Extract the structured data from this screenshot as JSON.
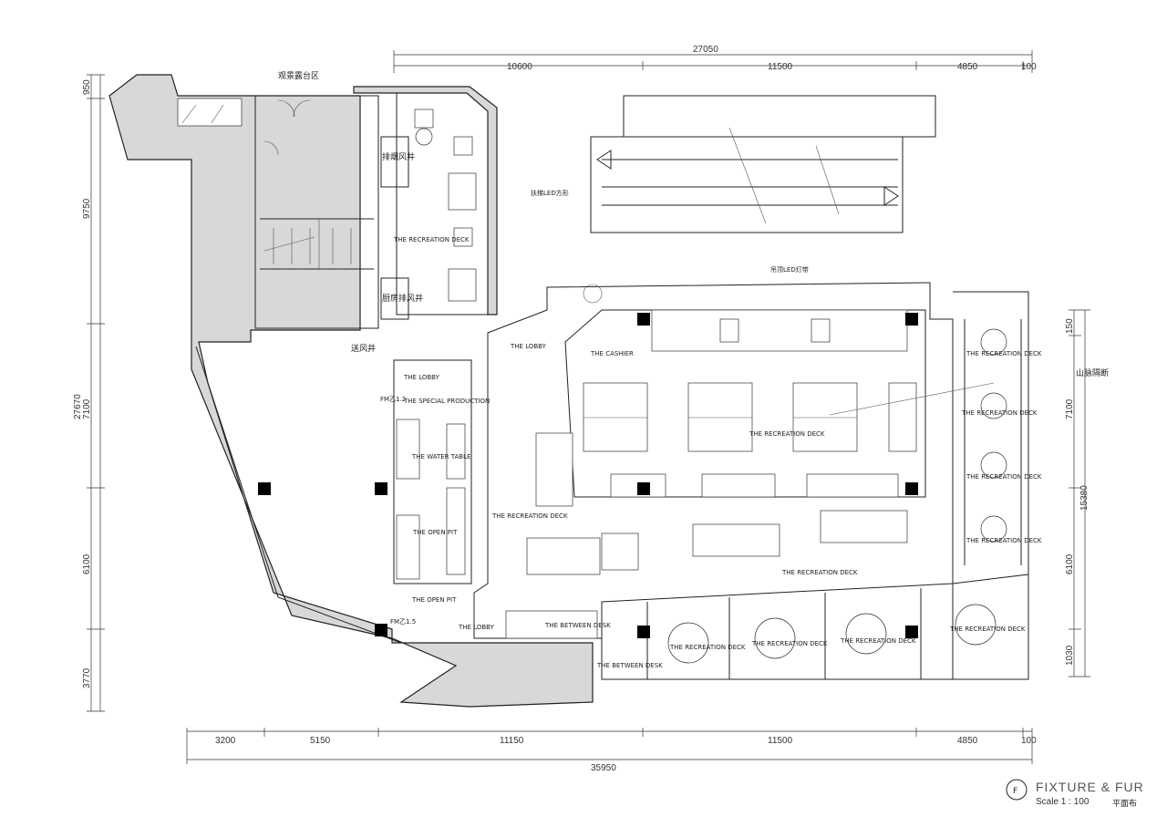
{
  "dims_top_total": "27050",
  "dims_top": [
    "10600",
    "11500",
    "4850",
    "100"
  ],
  "dims_bottom_total": "35950",
  "dims_bottom": [
    "3200",
    "5150",
    "11150",
    "11500",
    "4850",
    "100"
  ],
  "dims_left_total": "27670",
  "dims_left": [
    "950",
    "9750",
    "7100",
    "6100",
    "3770"
  ],
  "dims_right_total": "15380",
  "dims_right": [
    "150",
    "7100",
    "6100",
    "1030"
  ],
  "labels": {
    "landscape": "观景露台区",
    "escalator_led": "扶梯LED方形",
    "led_strip": "吊顶LED灯带",
    "recreation_deck": "THE RECREATION DECK",
    "lobby": "THE LOBBY",
    "cashier": "THE CASHIER",
    "special_production": "THE SPECIAL PRODUCTION",
    "water_table": "THE WATER TABLE",
    "open_pit": "THE OPEN PIT",
    "between_desk": "THE BETWEEN DESK",
    "mountain": "山脉隔断",
    "shaft1": "排烟风井",
    "shaft2": "厨房排风井",
    "shaft3": "送风井",
    "sf1": "FM乙1.2",
    "sf2": "FM乙1.5"
  },
  "title_block": {
    "logo": "F",
    "title": "FIXTURE & FUR",
    "scale": "Scale 1 : 100",
    "subtitle": "平面布"
  }
}
